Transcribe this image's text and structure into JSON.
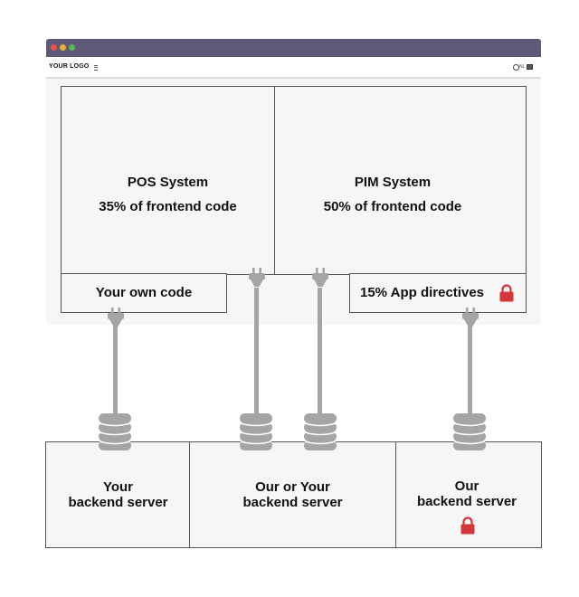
{
  "browser": {
    "logo_text": "YOUR LOGO",
    "menu_icon": "hamburger-icon",
    "language_icon": "globe-icon",
    "language_code": "NL",
    "cart_icon": "cart-icon",
    "title_bar_color": "#5e5977"
  },
  "frontend": {
    "pos": {
      "title": "POS System",
      "share": "35% of frontend code"
    },
    "pim": {
      "title": "PIM System",
      "share": "50% of frontend code"
    },
    "own_code": {
      "label": "Your own code"
    },
    "app_directives": {
      "label": "15% App directives",
      "icon": "padlock-icon"
    }
  },
  "backend": {
    "your": {
      "line1": "Your",
      "line2": "backend server"
    },
    "shared": {
      "line1": "Our or Your",
      "line2": "backend server"
    },
    "ours": {
      "line1": "Our",
      "line2": "backend server",
      "icon": "padlock-icon"
    }
  },
  "colors": {
    "connector": "#a5a5a5",
    "lock": "#d2373c",
    "border": "#555555",
    "panel": "#f6f6f6"
  }
}
